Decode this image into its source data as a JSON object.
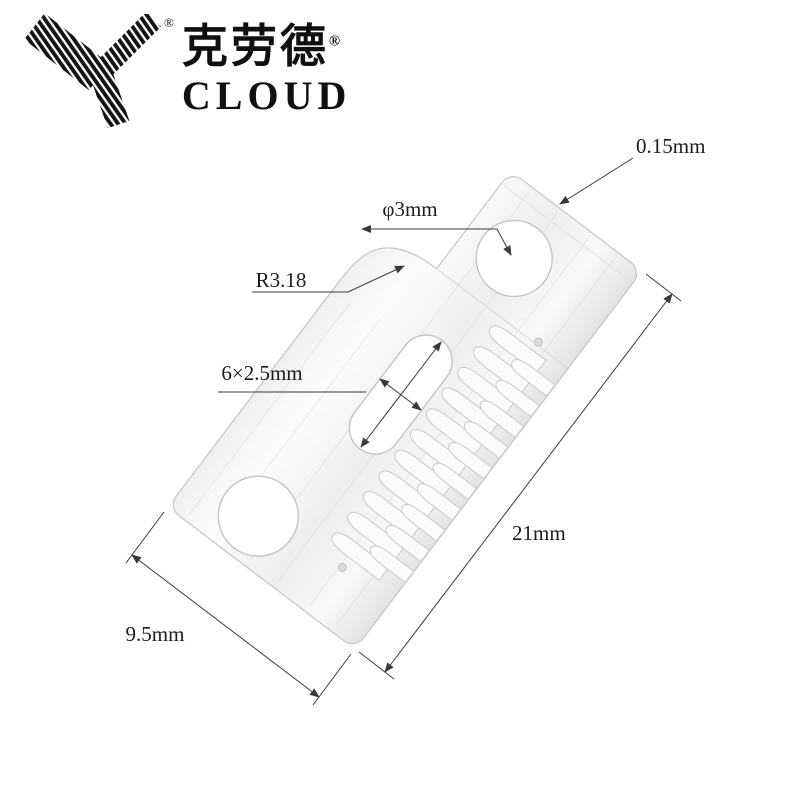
{
  "brand": {
    "name_cn": "克劳德",
    "name_en": "CLOUD",
    "registered": "®"
  },
  "drawing": {
    "annotations": {
      "thickness": "0.15mm",
      "hole_diameter": "φ3mm",
      "notch_radius": "R3.18",
      "slot_size": "6×2.5mm",
      "blade_length": "21mm",
      "blade_width": "9.5mm"
    }
  },
  "colors": {
    "background": "#ffffff",
    "blade_fill_light": "#fcfcfc",
    "blade_fill_dark": "#e4e4e4",
    "blade_outline": "#c6c6c6",
    "dimension_lines": "#3a3a3a",
    "text": "#1c1c1c",
    "logo": "#141414"
  }
}
